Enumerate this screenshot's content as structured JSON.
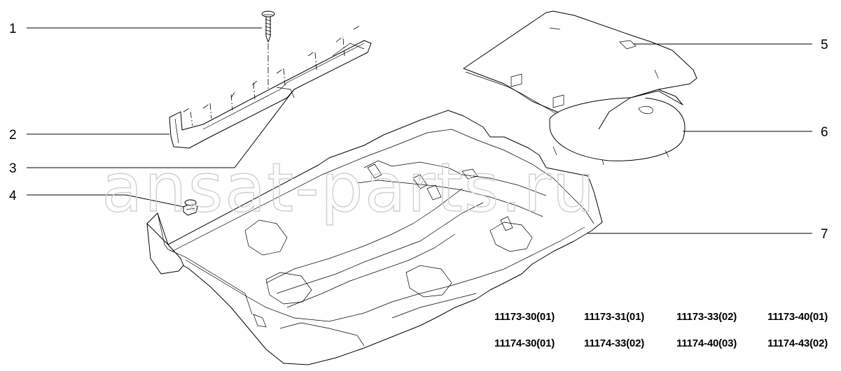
{
  "callouts": [
    "1",
    "2",
    "3",
    "4",
    "5",
    "6",
    "7"
  ],
  "watermark": "ansat-parts.ru",
  "part_codes": [
    [
      "11173-30(01)",
      "11173-31(01)",
      "11173-33(02)",
      "11173-40(01)"
    ],
    [
      "11174-30(01)",
      "11174-33(02)",
      "11174-40(03)",
      "11174-43(02)"
    ]
  ],
  "parts": {
    "1": "screw-icon",
    "2": "sill-trim-panel",
    "3": "sill-trim-line",
    "4": "clip-icon",
    "5": "trunk-floor-panel",
    "6": "spare-wheel-cover",
    "7": "floor-carpet"
  }
}
